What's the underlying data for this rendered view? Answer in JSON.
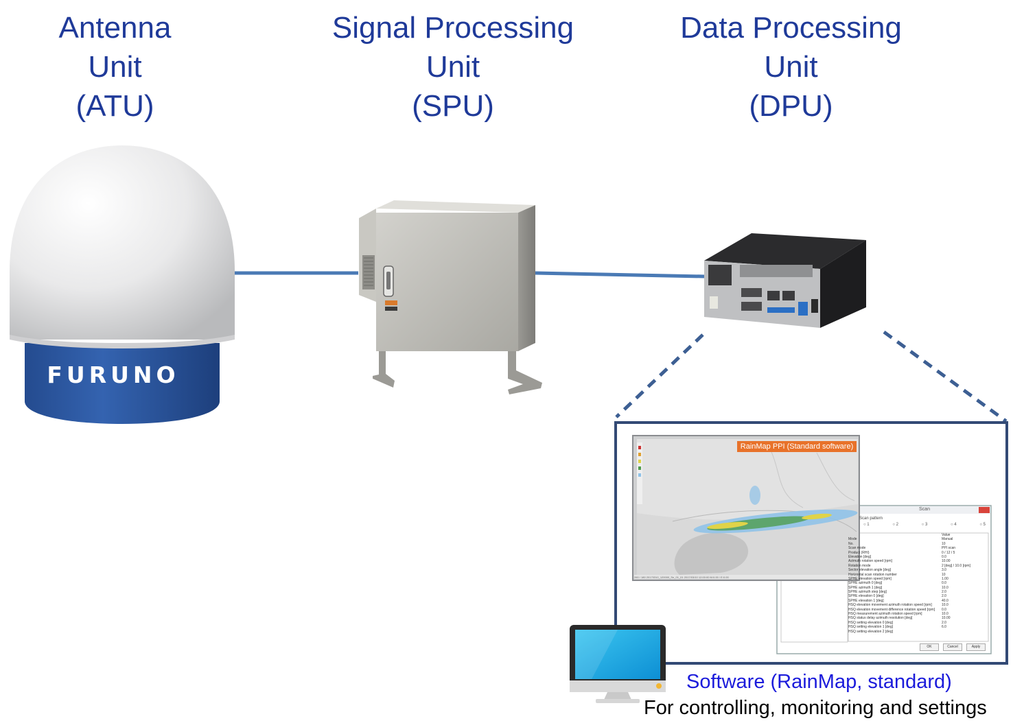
{
  "units": [
    {
      "lines": [
        "Antenna",
        "Unit",
        "(ATU)"
      ]
    },
    {
      "lines": [
        "Signal Processing",
        "Unit",
        "(SPU)"
      ]
    },
    {
      "lines": [
        "Data Processing",
        "Unit",
        "(DPU)"
      ]
    }
  ],
  "antenna_brand": "FURUNO",
  "software": {
    "rainmap_title": "RainMap PPI (Standard software)",
    "rainmap_status": "260 / 180    20170310_120000_Sn_01_01    2017/03/10 12:00:00    M:0.00 / E:0.00",
    "scan_window": {
      "title": "Scan",
      "pattern_label": "Scan pattern",
      "radio_options": [
        "1",
        "2",
        "3",
        "4",
        "5"
      ],
      "col_value": "Value",
      "rows": [
        {
          "name": "Mode",
          "value": "Manual"
        },
        {
          "name": "No.",
          "value": "10"
        },
        {
          "name": "Scan mode",
          "value": "PPI scan"
        },
        {
          "name": "Product (RHI)",
          "value": "0 / 12 / 5"
        },
        {
          "name": "Elevation [deg]",
          "value": "0.0"
        },
        {
          "name": "Azimuth rotation speed [rpm]",
          "value": "10.00"
        },
        {
          "name": "Rotation mode",
          "value": "2 [deg] / 10.0 [rpm]"
        },
        {
          "name": "Sector elevation angle [deg]",
          "value": "3.0"
        },
        {
          "name": "Horizontal scan rotation number",
          "value": "10"
        },
        {
          "name": "SPHE elevation speed [rpm]",
          "value": "1.00"
        },
        {
          "name": "SPHE azimuth 0 [deg]",
          "value": "0.0"
        },
        {
          "name": "SPHE azimuth 1 [deg]",
          "value": "10.0"
        },
        {
          "name": "SPHE azimuth step [deg]",
          "value": "2.0"
        },
        {
          "name": "SPHE elevation 0 [deg]",
          "value": "2.0"
        },
        {
          "name": "SPHE elevation 1 [deg]",
          "value": "40.0"
        },
        {
          "name": "HSQ elevation movement azimuth rotation speed [rpm]",
          "value": "10.0"
        },
        {
          "name": "HSQ elevation movement difference rotation speed [rpm]",
          "value": "0.0"
        },
        {
          "name": "HSQ measurement azimuth rotation speed [rpm]",
          "value": "10.0"
        },
        {
          "name": "HSQ status delay azimuth resolution [deg]",
          "value": "10.00"
        },
        {
          "name": "HSQ setting elevation 0 [deg]",
          "value": "2.0"
        },
        {
          "name": "HSQ setting elevation 1 [deg]",
          "value": "6.0"
        },
        {
          "name": "HSQ setting elevation 2 [deg]",
          "value": ""
        }
      ],
      "buttons": [
        "OK",
        "Cancel",
        "Apply"
      ]
    },
    "caption_title": "Software (RainMap, standard)",
    "caption_desc": "For controlling, monitoring and settings"
  },
  "colors": {
    "title_blue": "#1f3a99",
    "link_line": "#4a7ab5",
    "dashed_line": "#3d5f93",
    "frame": "#334a75",
    "caption_blue": "#1b1bdb",
    "rainmap_tag": "#e8722a",
    "radome_band": "#2b55a0"
  },
  "icons": [
    "antenna-radome-icon",
    "signal-processing-cabinet-icon",
    "data-processing-pc-icon",
    "monitor-icon"
  ]
}
